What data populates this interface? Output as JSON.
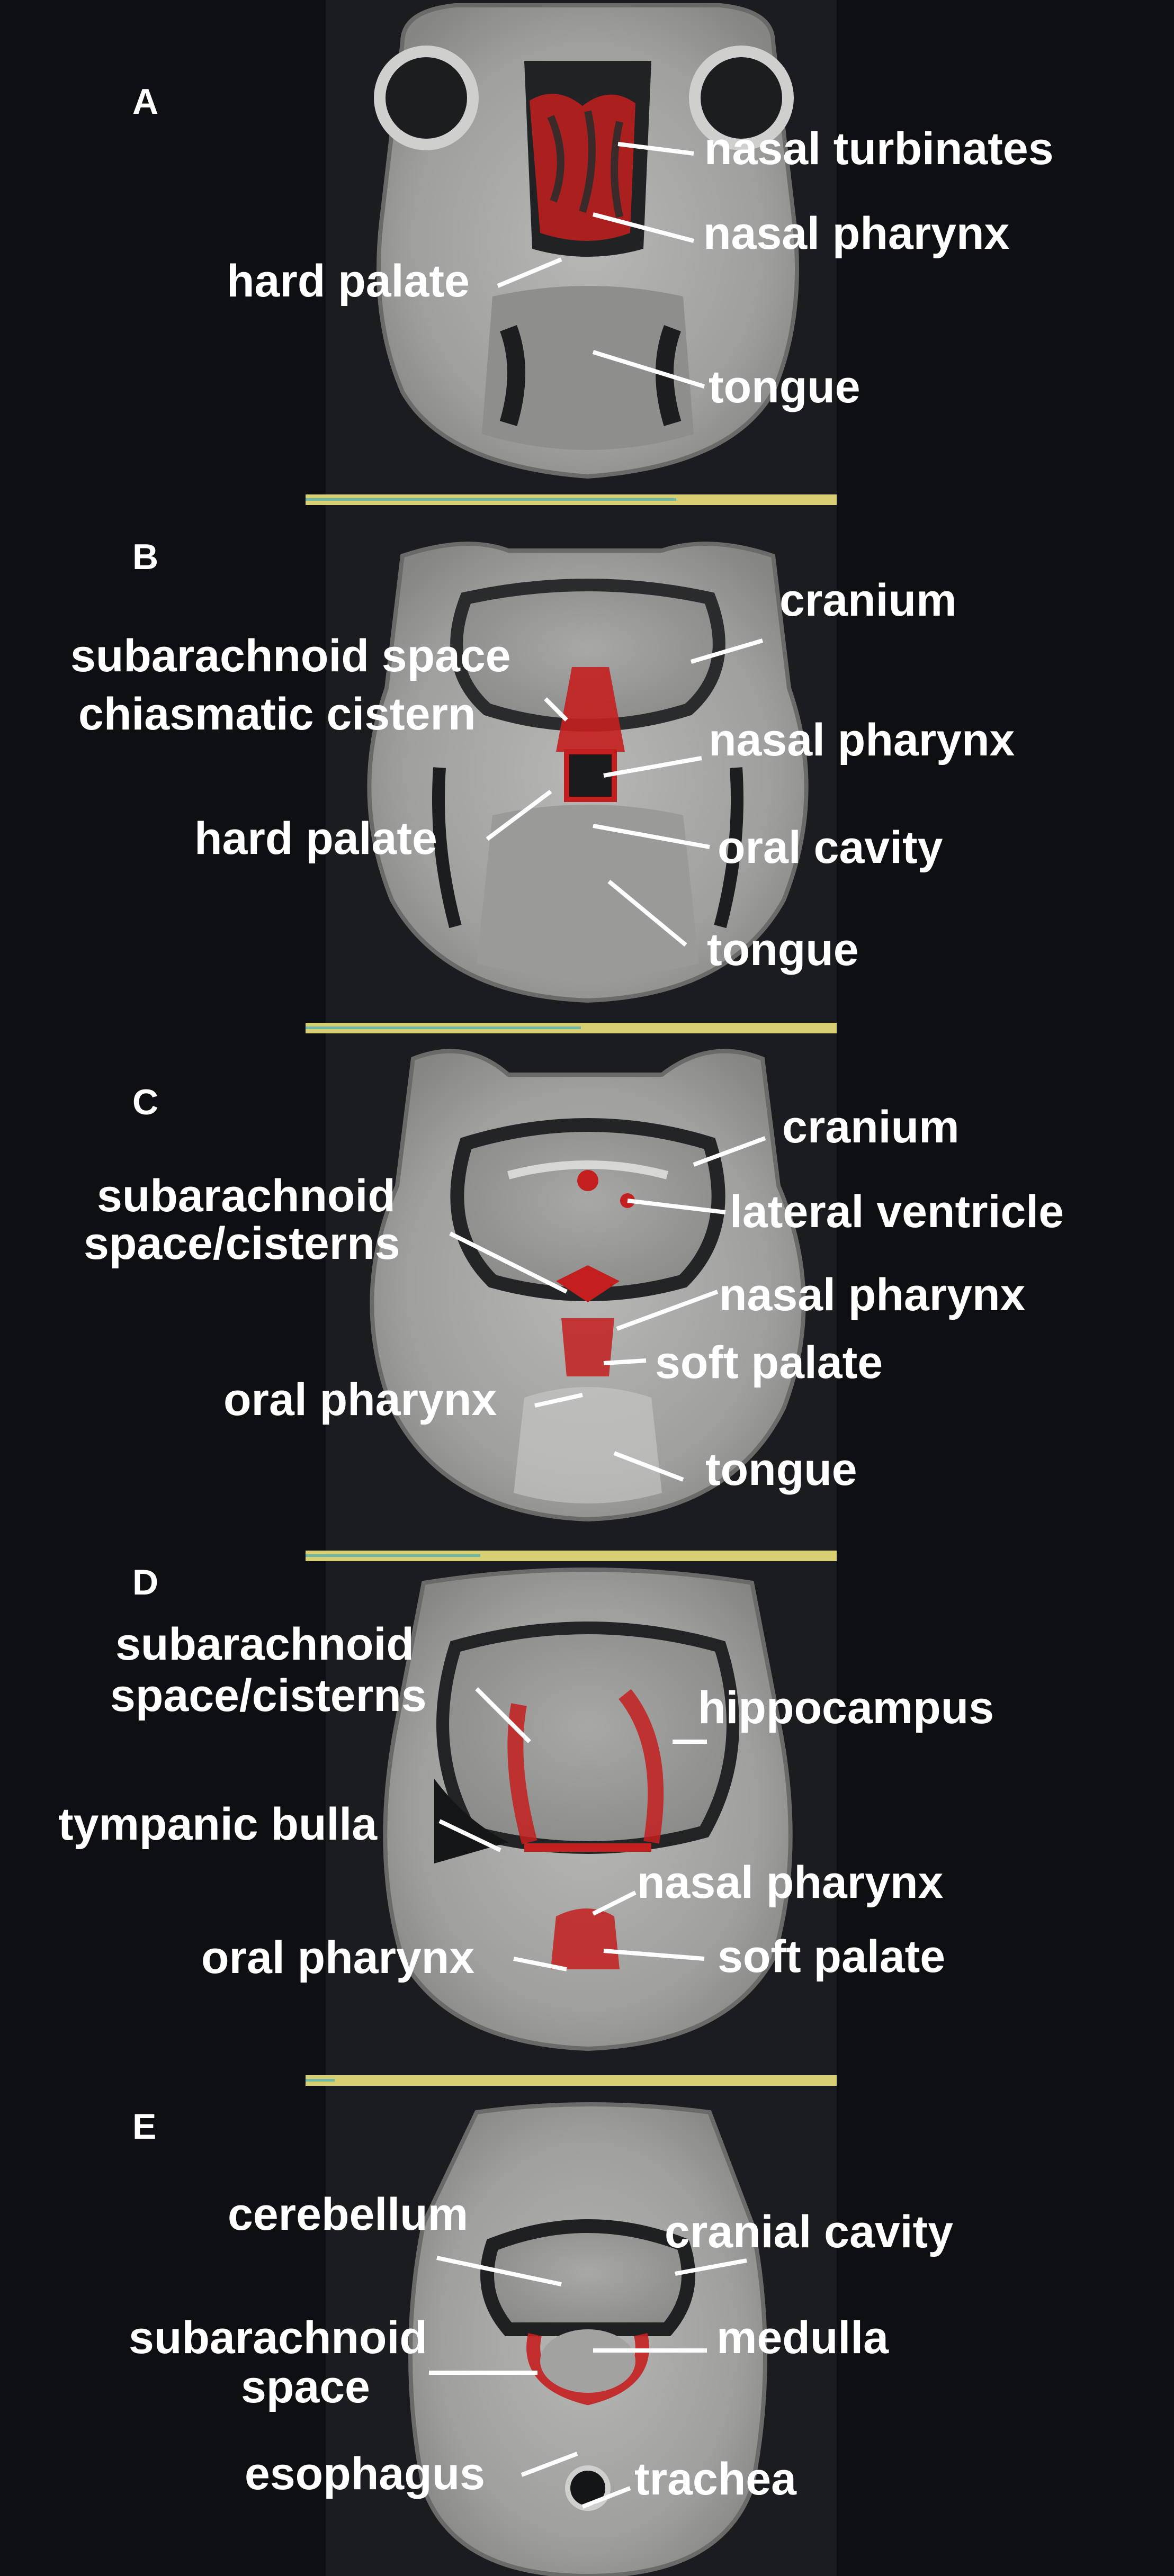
{
  "panels": [
    {
      "letter": "A",
      "labels": [
        "nasal turbinates",
        "nasal pharynx",
        "hard palate",
        "tongue"
      ]
    },
    {
      "letter": "B",
      "labels": [
        "cranium",
        "subarachnoid space",
        "chiasmatic cistern",
        "nasal pharynx",
        "hard palate",
        "oral cavity",
        "tongue"
      ]
    },
    {
      "letter": "C",
      "labels": [
        "cranium",
        "subarachnoid",
        "space/cisterns",
        "lateral ventricle",
        "nasal pharynx",
        "soft palate",
        "oral pharynx",
        "tongue"
      ]
    },
    {
      "letter": "D",
      "labels": [
        "subarachnoid",
        "space/cisterns",
        "hippocampus",
        "tympanic bulla",
        "nasal pharynx",
        "oral pharynx",
        "soft palate"
      ]
    },
    {
      "letter": "E",
      "labels": [
        "cerebellum",
        "cranial cavity",
        "subarachnoid",
        "space",
        "medulla",
        "esophagus",
        "trachea"
      ]
    }
  ],
  "colors": {
    "background": "#0d0f12",
    "mri_strip": "#1a1c1f",
    "tissue": "#a9aaa8",
    "highlight": "#d01e1e",
    "separator": "#d8cf72",
    "separator_accent": "#6fb8a8",
    "text": "#ffffff"
  }
}
